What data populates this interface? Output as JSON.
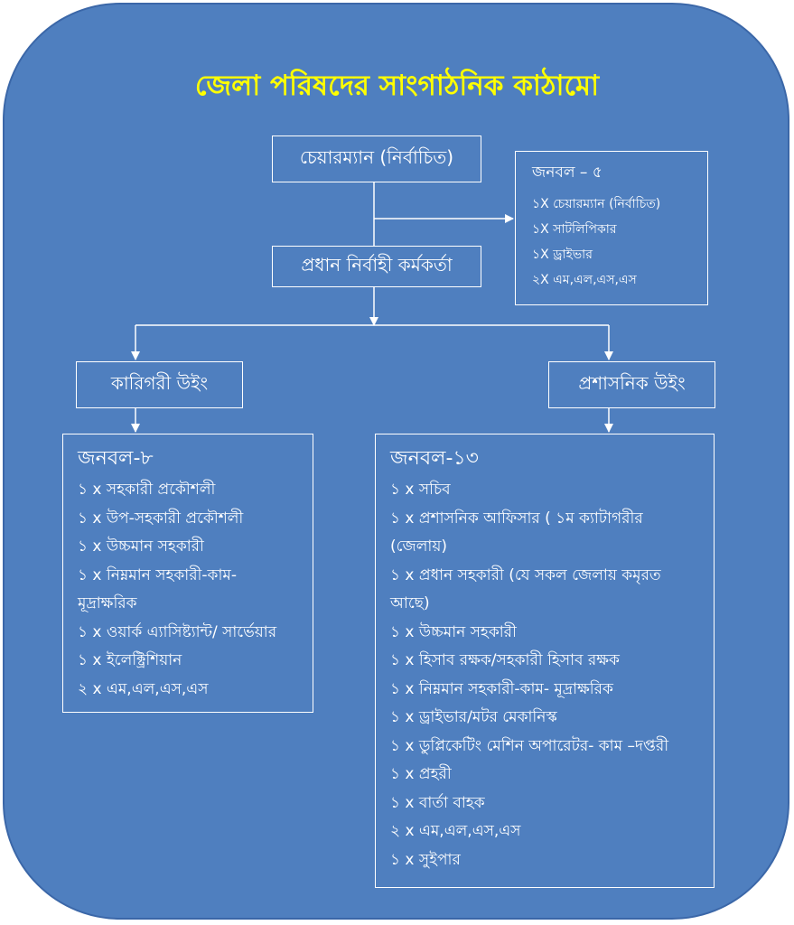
{
  "title": "জেলা পরিষদের সাংগাঠনিক কাঠামো",
  "colors": {
    "panel": "#4f7fbf",
    "title": "#ffff00",
    "text": "#ffffff"
  },
  "chairman": "চেয়ারম্যান (নির্বাচিত)",
  "ceo": "প্রধান নির্বাহী কর্মকর্তা",
  "manpower_top": {
    "heading": "জনবল – ৫",
    "items": [
      "১X চেয়ারম্যান (নির্বাচিত)",
      "১X সাটলিপিকার",
      "১X ড্রাইভার",
      "২X এম,এল,এস,এস"
    ]
  },
  "technical_wing": {
    "label": "কারিগরী উইং",
    "heading": "জনবল-৮",
    "items": [
      "১ x সহকারী প্রকৌশলী",
      "১ x  উপ-সহকারী প্রকৌশলী",
      "১ x  উচ্চমান সহকারী",
      "১ x  নিম্নমান সহকারী-কাম-",
      "মূদ্রাক্ষরিক",
      "১ x  ওয়ার্ক এ্যাসিষ্ট্যান্ট/ সার্ভেয়ার",
      "১ x  ইলেক্ট্রিশিয়ান",
      "২ x  এম,এল,এস,এস"
    ]
  },
  "admin_wing": {
    "label": "প্রশাসনিক উইং",
    "heading": "জনবল-১৩",
    "items": [
      "১ x  সচিব",
      "১ x  প্রশাসনিক  আফিসার ( ১ম ক্যাটাগরীর",
      "(জেলায়)",
      "১ x  প্রধান সহকারী (যে সকল জেলায়  কমৃরত",
      "আছে)",
      "১ x  উচ্চমান সহকারী",
      "১ x   হিসাব রক্ষক/সহকারী হিসাব রক্ষক",
      "১ x   নিম্নমান সহকারী-কাম- মূদ্রাক্ষরিক",
      "১ x   ড্রাইভার/মটর মেকানিস্ক",
      "১ x   ডুপ্লিকেটিং মেশিন অপারেটর- কাম –দপ্তরী",
      "১ x   প্রহরী",
      "১ x   বার্তা বাহক",
      "২ x   এম,এল,এস,এস",
      "১ x    সুইপার"
    ]
  }
}
